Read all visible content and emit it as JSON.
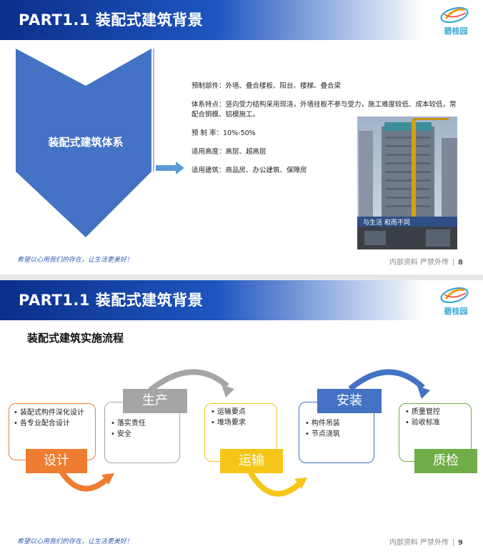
{
  "slide1": {
    "header_title": "PART1.1 装配式建筑背景",
    "logo_text": "碧桂园",
    "chevron_label": "装配式建筑体系",
    "features": [
      "预制部件：外墙、叠合楼板、阳台、楼梯、叠合梁",
      "体系特点：竖向受力结构采用现浇，外墙挂板不参与受力，施工难度较低、成本较低，常配合铜模、铝模施工。",
      "预  制  率：10%-50%",
      "适用高度：高层、超高层",
      "适用建筑：商品房、办公建筑、保障房"
    ],
    "photo_banner": "与生活 和而不同",
    "footer_slogan": "希望以心用我们的存在，让生活更美好！",
    "footer_confidential": "内部资料 严禁外传",
    "page_number": "8"
  },
  "slide2": {
    "header_title": "PART1.1 装配式建筑背景",
    "logo_text": "碧桂园",
    "flow_title": "装配式建筑实施流程",
    "steps": [
      {
        "label": "设计",
        "items": [
          "装配式构件深化设计",
          "各专业配合设计"
        ],
        "color": "#ee7d31"
      },
      {
        "label": "生产",
        "items": [
          "落实责任",
          "安全"
        ],
        "color": "#a5a5a5"
      },
      {
        "label": "运输",
        "items": [
          "运输要点",
          "堆场要求"
        ],
        "color": "#f5c518"
      },
      {
        "label": "安装",
        "items": [
          "构件吊装",
          "节点浇筑"
        ],
        "color": "#4472c4"
      },
      {
        "label": "质检",
        "items": [
          "质量管控",
          "验收标准"
        ],
        "color": "#70ad47"
      }
    ],
    "footer_slogan": "希望以心用我们的存在，让生活更美好！",
    "footer_confidential": "内部资料 严禁外传",
    "page_number": "9"
  },
  "colors": {
    "header_dark": "#0a2f8a",
    "chevron_blue": "#4472c4",
    "arrow_blue": "#5b9bd5"
  }
}
